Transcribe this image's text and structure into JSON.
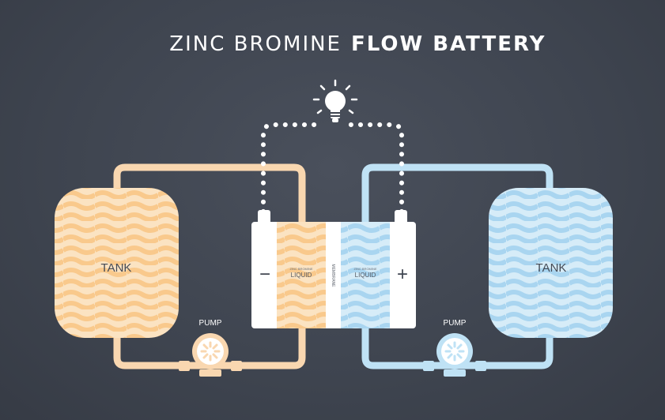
{
  "title": {
    "light": "ZINC BROMINE",
    "bold": "FLOW BATTERY"
  },
  "left_tank": {
    "label": "TANK"
  },
  "right_tank": {
    "label": "TANK"
  },
  "left_pump": {
    "label": "PUMP"
  },
  "right_pump": {
    "label": "PUMP"
  },
  "cell": {
    "negative_symbol": "−",
    "positive_symbol": "+",
    "left_liquid_small": "ZINC BROMINE",
    "left_liquid": "LIQUID",
    "right_liquid_small": "ZINC BROMINE",
    "right_liquid": "LIQUID",
    "membrane": "MEMBRANE"
  },
  "icons": {
    "bulb": "lightbulb-icon",
    "pump": "pump-icon"
  },
  "colors": {
    "background": "#3e444f",
    "orange": "#f9cf9b",
    "orange_light": "#fbe3c2",
    "blue": "#b5dcf2",
    "blue_light": "#d6ecf8",
    "white": "#ffffff"
  }
}
